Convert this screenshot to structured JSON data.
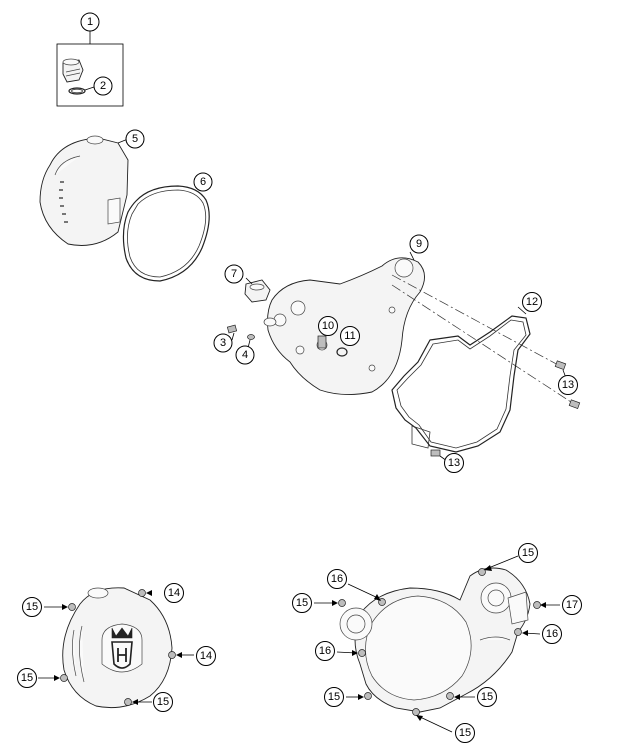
{
  "callouts": {
    "c1": "1",
    "c2": "2",
    "c3": "3",
    "c4": "4",
    "c5": "5",
    "c6": "6",
    "c7": "7",
    "c8": "9",
    "c9": "10",
    "c10": "11",
    "c11": "12",
    "c12a": "13",
    "c12b": "13",
    "c13a": "14",
    "c13b": "14",
    "c14a": "15",
    "c14b": "15",
    "c14c": "15",
    "c15a": "15",
    "c15b": "15",
    "c15c": "15",
    "c15d": "15",
    "c15e": "15",
    "c16a": "16",
    "c16b": "16",
    "c16c": "16",
    "c17": "17"
  },
  "colors": {
    "line": "#000000",
    "part_fill": "#f4f4f4",
    "background": "#ffffff"
  }
}
